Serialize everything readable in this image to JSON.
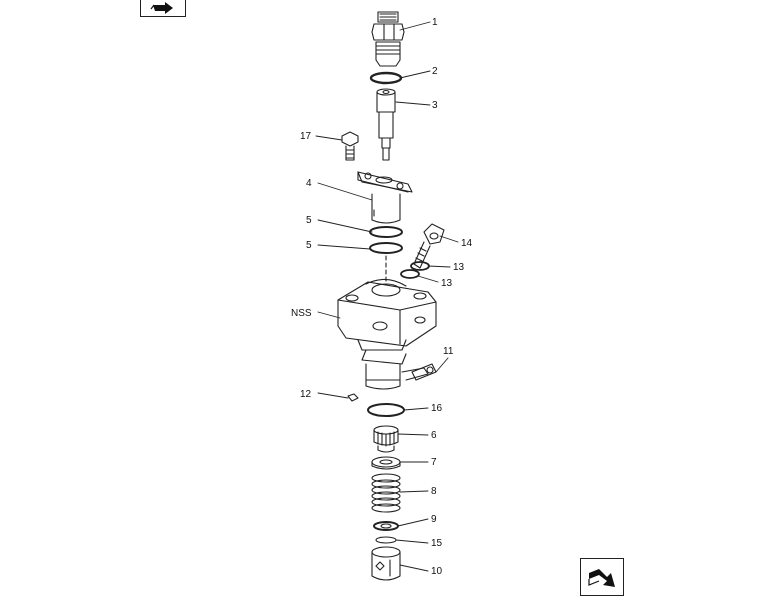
{
  "figure": {
    "callouts": [
      "1",
      "2",
      "3",
      "17",
      "4",
      "5",
      "5",
      "14",
      "13",
      "13",
      "NSS",
      "11",
      "12",
      "16",
      "6",
      "7",
      "8",
      "9",
      "15",
      "10"
    ]
  },
  "navigation": {
    "previous_icon": "previous-page-arrow-icon",
    "next_icon": "next-page-arrow-icon"
  },
  "colors": {
    "line": "#222222",
    "background": "#ffffff"
  }
}
